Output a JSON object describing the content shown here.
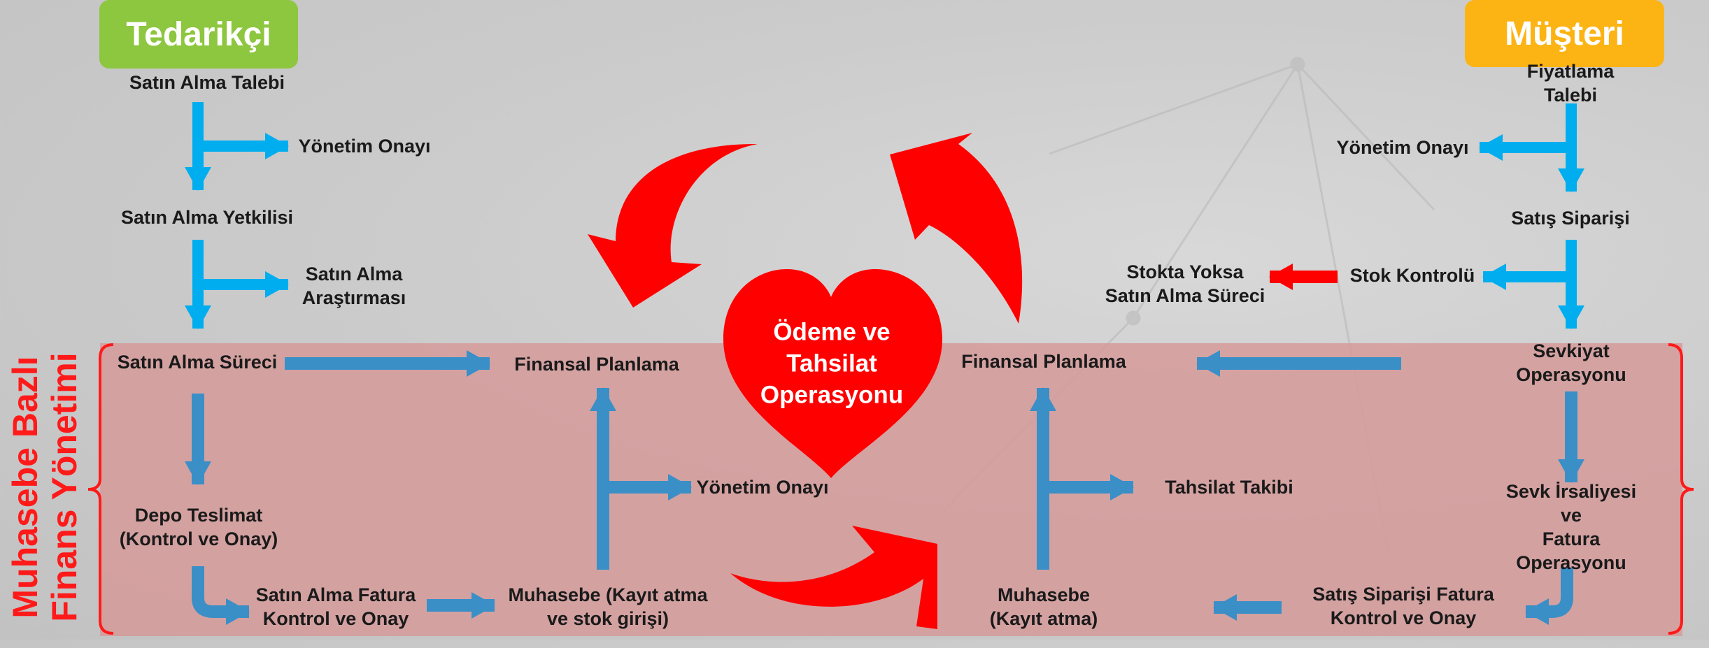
{
  "headers": {
    "supplier": "Tedarikçi",
    "customer": "Müşteri"
  },
  "side_title": "Muhasebe Bazlı\nFinans Yönetimi",
  "center": "Ödeme ve\nTahsilat\nOperasyonu",
  "supplier_flow": {
    "purchase_request": "Satın Alma Talebi",
    "mgmt_approval_1": "Yönetim Onayı",
    "purchasing_officer": "Satın Alma Yetkilisi",
    "purchase_research": "Satın Alma\nAraştırması",
    "purchase_process": "Satın Alma Süreci",
    "financial_planning": "Finansal Planlama",
    "warehouse_delivery": "Depo Teslimat\n(Kontrol ve Onay)",
    "mgmt_approval_2": "Yönetim Onayı",
    "purchase_invoice": "Satın Alma Fatura\nKontrol ve Onay",
    "accounting_stock": "Muhasebe (Kayıt atma\nve stok girişi)"
  },
  "customer_flow": {
    "pricing_request": "Fiyatlama Talebi",
    "mgmt_approval": "Yönetim Onayı",
    "sales_order": "Satış Siparişi",
    "stock_control": "Stok Kontrolü",
    "out_of_stock": "Stokta Yoksa\nSatın Alma Süreci",
    "shipment_operation": "Sevkiyat Operasyonu",
    "financial_planning": "Finansal Planlama",
    "collection_tracking": "Tahsilat Takibi",
    "waybill_invoice": "Sevk İrsaliyesi ve\nFatura Operasyonu",
    "sales_invoice": "Satış Siparişi Fatura\nKontrol ve Onay",
    "accounting": "Muhasebe\n(Kayıt atma)"
  },
  "colors": {
    "supplier_header": "#8dc63f",
    "customer_header": "#fcb314",
    "light_arrow": "#00aeef",
    "dark_arrow": "#3a8fc7",
    "red": "#ff0000",
    "band": "#d69a9a"
  }
}
